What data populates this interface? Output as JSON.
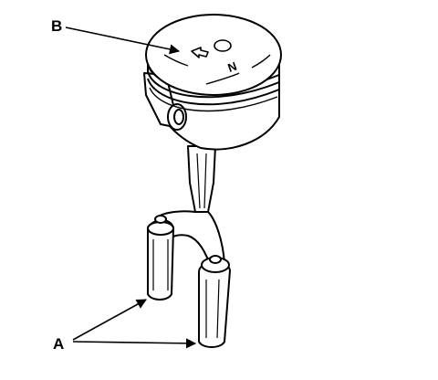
{
  "figure": {
    "labels": {
      "b": "B",
      "a": "A"
    },
    "piston_crown_mark": "N",
    "ink_color": "#000000",
    "paper_color": "#ffffff"
  }
}
